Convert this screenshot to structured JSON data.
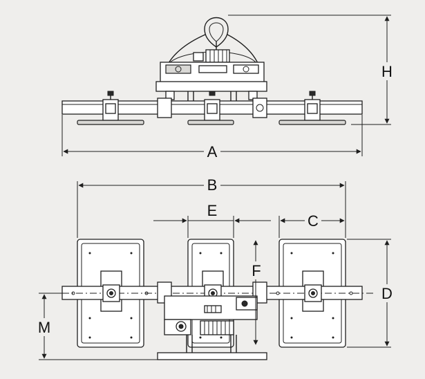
{
  "dimension_labels": {
    "A": "A",
    "B": "B",
    "C": "C",
    "D": "D",
    "E": "E",
    "F": "F",
    "H": "H",
    "M": "M"
  }
}
